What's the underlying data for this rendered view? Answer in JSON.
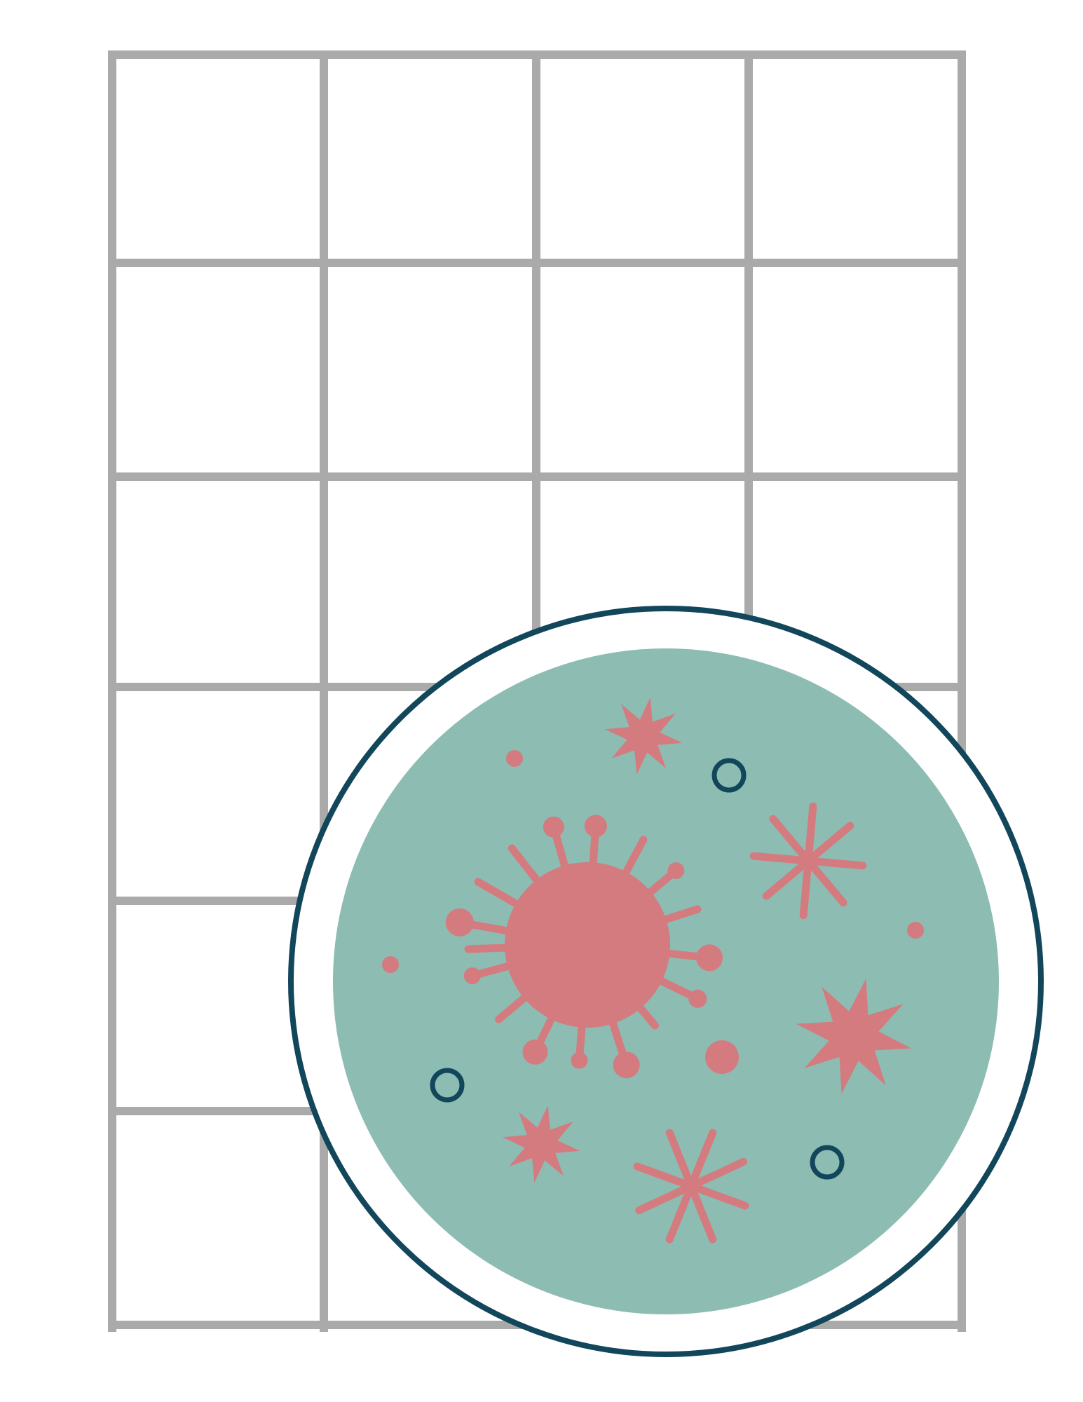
{
  "illustration": {
    "subject": "petri-dish-over-grid",
    "colors": {
      "grid": "#aaaaaa",
      "background": "#ffffff",
      "dish_outline": "#12465a",
      "dish_rim": "#ffffff",
      "culture_medium": "#8dbcb3",
      "virus": "#d47b80",
      "ring_marker": "#12465a"
    },
    "grid": {
      "columns": 4,
      "rows": 6
    },
    "icons": [
      "grid-icon",
      "petri-dish-icon",
      "virus-icon",
      "starburst-icon",
      "asterisk-icon",
      "dot-icon",
      "ring-icon"
    ]
  }
}
